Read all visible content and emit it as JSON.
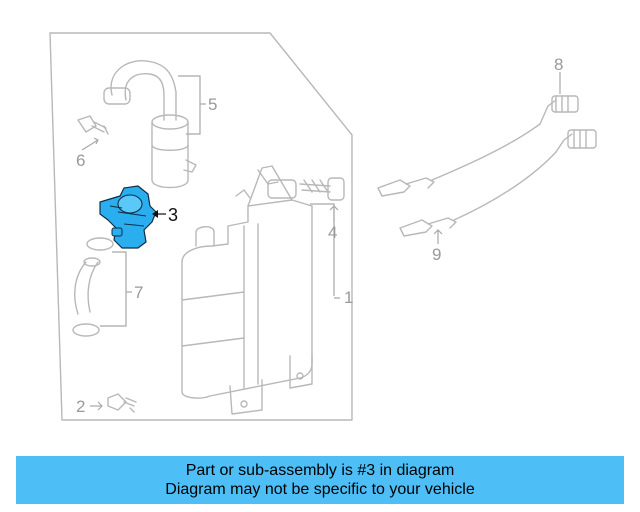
{
  "diagram": {
    "callouts": {
      "c1": "1",
      "c2": "2",
      "c3": "3",
      "c4": "4",
      "c5": "5",
      "c6": "6",
      "c7": "7",
      "c8": "8",
      "c9": "9"
    },
    "highlighted_part": "3",
    "highlight_color": "#2aaef0",
    "line_color": "#b8b8b8"
  },
  "banner": {
    "line1": "Part or sub-assembly is #3 in diagram",
    "line2": "Diagram may not be specific to your vehicle",
    "background": "#4dbef6"
  }
}
